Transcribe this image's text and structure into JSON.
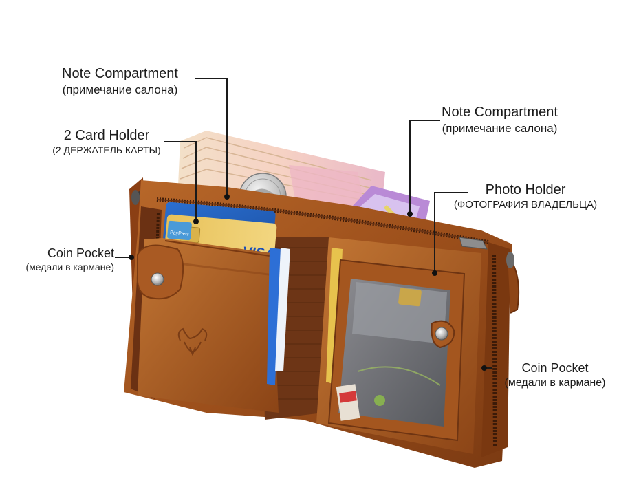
{
  "callouts": {
    "note_left": {
      "en": "Note Compartment",
      "ru": "(примечание салона)"
    },
    "card_holder": {
      "en": "2 Card Holder",
      "ru": "(2 ДЕРЖАТЕЛЬ КАРТЫ)"
    },
    "coin_left": {
      "en": "Coin Pocket",
      "ru": "(медали в кармане)"
    },
    "note_right": {
      "en": "Note Compartment",
      "ru": "(примечание салона)"
    },
    "photo_holder": {
      "en": "Photo Holder",
      "ru": "(ФОТОГРАФИЯ ВЛАДЕЛЬЦА)"
    },
    "coin_right": {
      "en": "Coin Pocket",
      "ru": "(медали в кармане)"
    }
  },
  "card_marks": {
    "visa": "VISA",
    "pay": "PayPass"
  },
  "colors": {
    "leather": "#a85a22",
    "leather_dark": "#6e3412",
    "zipper": "#5a2a10",
    "leader_line": "#1a1a1a"
  }
}
